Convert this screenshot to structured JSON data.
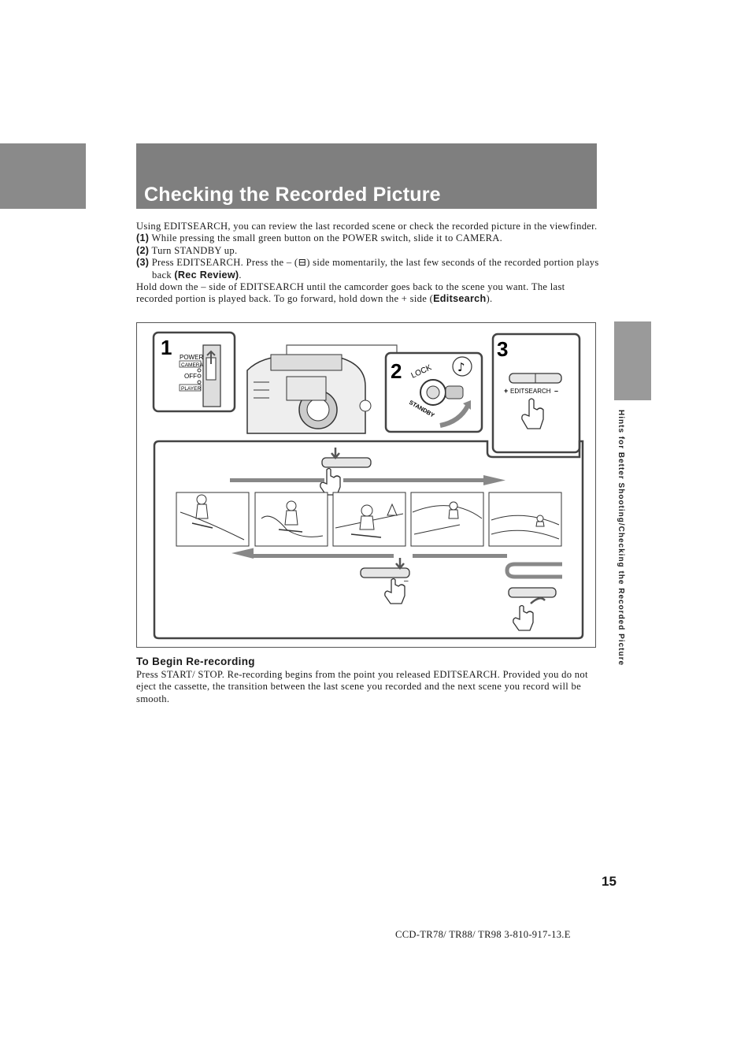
{
  "header": {
    "title": "Checking the Recorded Picture"
  },
  "side_tab": {
    "label": "Hints for Better Shooting/Checking the Recorded Picture"
  },
  "intro": {
    "line1": "Using EDITSEARCH, you can review the last recorded scene or check the recorded picture in the viewfinder.",
    "step1_num": "(1)",
    "step1_text": "While pressing the small green button on the POWER switch, slide it to CAMERA.",
    "step2_num": "(2)",
    "step2_text": "Turn STANDBY up.",
    "step3_num": "(3)",
    "step3_text_a": "Press EDITSEARCH. Press the – (",
    "step3_symbol": "⊟",
    "step3_text_b": ") side momentarily, the last few seconds of the recorded portion plays back ",
    "step3_bold": "(Rec Review)",
    "step3_end": ".",
    "hold_text_a": "Hold down the – side of EDITSEARCH until the camcorder goes back to the scene you want. The last recorded portion is played back. To go forward, hold down the + side (",
    "hold_bold": "Editsearch",
    "hold_end": ")."
  },
  "figure": {
    "step_labels": [
      "1",
      "2",
      "3"
    ],
    "power_label": "POWER",
    "camera_label": "CAMERA",
    "off_label": "OFF",
    "player_label": "PLAYER",
    "lock_label": "LOCK",
    "standby_label": "STANDBY",
    "editsearch_plus": "+",
    "editsearch_label": "EDITSEARCH",
    "editsearch_minus": "–",
    "minus_mark": "–"
  },
  "rerecording": {
    "heading": "To Begin Re-recording",
    "body": "Press START/ STOP. Re-recording begins from the point you released EDITSEARCH. Provided you do not eject the cassette, the transition between the last scene you recorded and the next scene you record will be smooth."
  },
  "footer": {
    "page_number": "15",
    "model": "CCD-TR78/ TR88/ TR98  3-810-917-13.E"
  },
  "colors": {
    "title_band": "#7f7f7f",
    "side_tab": "#9a9a9a",
    "left_tab": "#8a8a8a",
    "arrow": "#888888"
  }
}
